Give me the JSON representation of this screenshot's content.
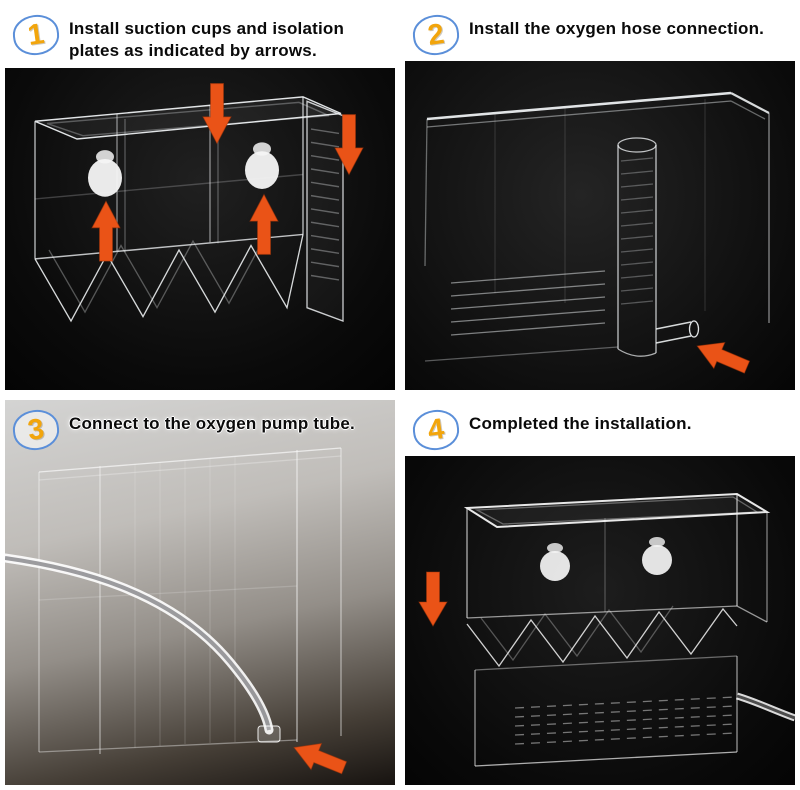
{
  "poster": {
    "kind": "product-installation-instructions"
  },
  "colors": {
    "arrow": "#ea5317",
    "step_number": "#f2a50c",
    "step_circle": "#5b8fd9",
    "photo_background_dark": "#0a0a0a",
    "photo_background_light": "#c0bdb9"
  },
  "panels": [
    {
      "number": "1",
      "text": "Install suction cups and isolation plates as indicated by arrows."
    },
    {
      "number": "2",
      "text": "Install the oxygen hose connection."
    },
    {
      "number": "3",
      "text": "Connect to the oxygen pump tube."
    },
    {
      "number": "4",
      "text": "Completed the installation."
    }
  ]
}
